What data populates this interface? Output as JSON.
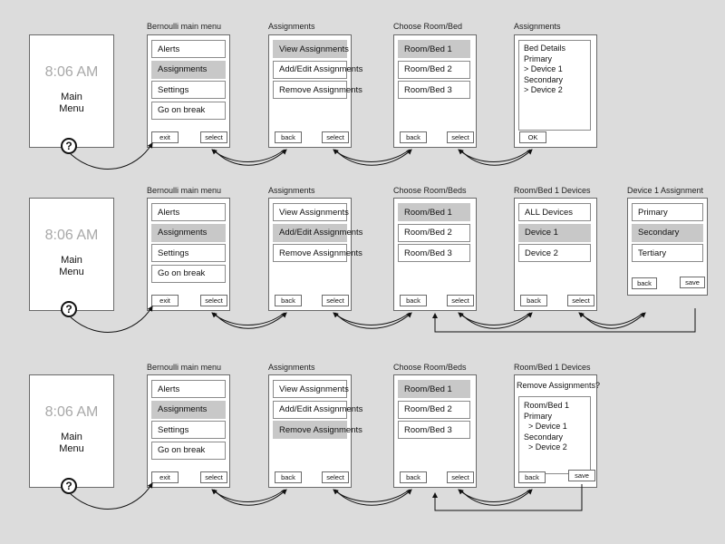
{
  "clock": "8:06 AM",
  "main_menu": "Main\nMenu",
  "help_glyph": "?",
  "buttons": {
    "exit": "exit",
    "select": "select",
    "back": "back",
    "ok": "OK",
    "save": "save"
  },
  "titles": {
    "main_menu": "Bernoulli main menu",
    "assignments": "Assignments",
    "choose_room_bed": "Choose Room/Bed",
    "choose_room_beds": "Choose Room/Beds",
    "room_bed1_devices": "Room/Bed 1 Devices",
    "device1_assignment": "Device 1 Assignment"
  },
  "menus": {
    "main": [
      "Alerts",
      "Assignments",
      "Settings",
      "Go on break"
    ],
    "assignments": [
      "View Assignments",
      "Add/Edit Assignments",
      "Remove Assignments"
    ],
    "rooms": [
      "Room/Bed 1",
      "Room/Bed 2",
      "Room/Bed 3"
    ],
    "devices": [
      "ALL Devices",
      "Device 1",
      "Device 2"
    ],
    "roles": [
      "Primary",
      "Secondary",
      "Tertiary"
    ]
  },
  "bed_details": "Bed Details\nPrimary\n> Device 1\nSecondary\n> Device 2",
  "remove_prompt": "Remove Assignments?",
  "remove_details": "Room/Bed 1\nPrimary\n  > Device 1\nSecondary\n  > Device 2",
  "rows": [
    {
      "title_keys": [
        "main_menu",
        "assignments",
        "choose_room_bed",
        "assignments"
      ],
      "selected": [
        1,
        0,
        0
      ]
    },
    {
      "title_keys": [
        "main_menu",
        "assignments",
        "choose_room_beds",
        "room_bed1_devices",
        "device1_assignment"
      ],
      "selected": [
        1,
        1,
        0,
        1,
        1
      ]
    },
    {
      "title_keys": [
        "main_menu",
        "assignments",
        "choose_room_beds",
        "room_bed1_devices"
      ],
      "selected": [
        1,
        2,
        0
      ]
    }
  ]
}
